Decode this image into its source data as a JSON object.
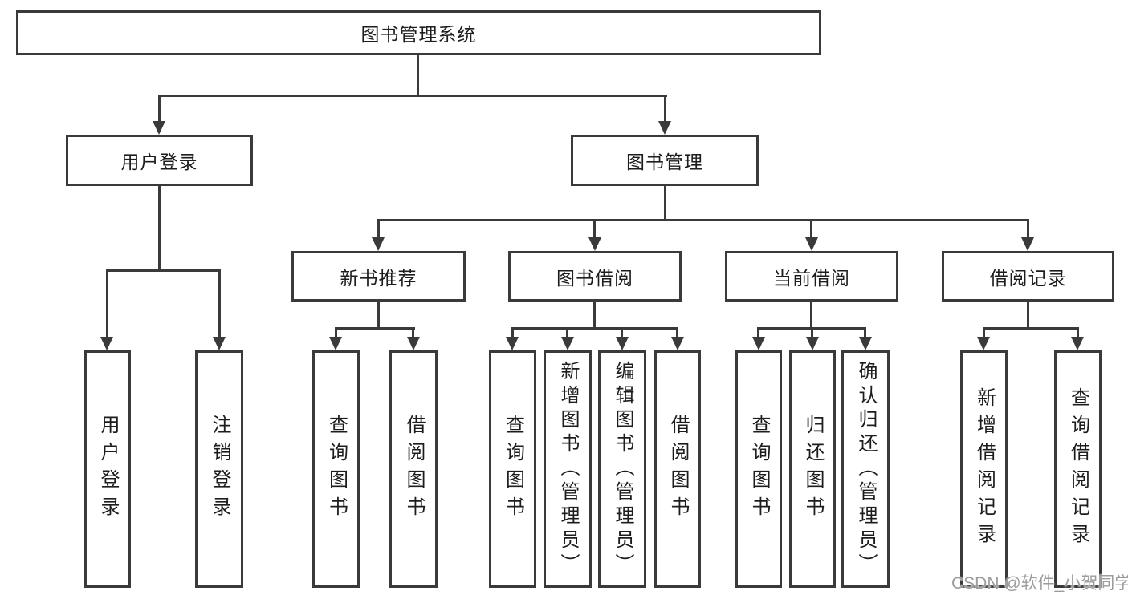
{
  "root": {
    "label": "图书管理系统"
  },
  "level1": [
    {
      "label": "用户登录"
    },
    {
      "label": "图书管理"
    }
  ],
  "level2": [
    {
      "label": "新书推荐"
    },
    {
      "label": "图书借阅"
    },
    {
      "label": "当前借阅"
    },
    {
      "label": "借阅记录"
    }
  ],
  "leaves": {
    "user_login": [
      {
        "label": "用户登录"
      },
      {
        "label": "注销登录"
      }
    ],
    "new_book": [
      {
        "label": "查询图书"
      },
      {
        "label": "借阅图书"
      }
    ],
    "book_borrow": [
      {
        "label": "查询图书"
      },
      {
        "label": "新增图书（管理员）"
      },
      {
        "label": "编辑图书（管理员）"
      },
      {
        "label": "借阅图书"
      }
    ],
    "current_borrow": [
      {
        "label": "查询图书"
      },
      {
        "label": "归还图书"
      },
      {
        "label": "确认归还（管理员）"
      }
    ],
    "borrow_record": [
      {
        "label": "新增借阅记录"
      },
      {
        "label": "查询借阅记录"
      }
    ]
  },
  "watermark": {
    "label": "CSDN @软件_小贺同学"
  },
  "colors": {
    "line": "#3a3a3a",
    "text": "#1d1d1d",
    "watermark": "#9c9c9c",
    "background": "#ffffff"
  }
}
